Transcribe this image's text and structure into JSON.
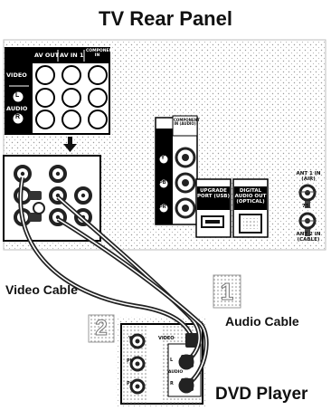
{
  "title": "TV Rear Panel",
  "labels": {
    "video_cable": "Video Cable",
    "audio_cable": "Audio Cable",
    "dvd_player": "DVD Player"
  },
  "steps": {
    "step1": "1",
    "step2": "2"
  },
  "tv_panel": {
    "av_out": "AV OUT",
    "av_in1": "AV IN 1",
    "component_in_top": "COMPONENT IN",
    "video": "VIDEO",
    "l": "L",
    "audio": "AUDIO",
    "r": "R",
    "component_in_side": "COMPONENT IN (AUDIO)",
    "y": "Y",
    "pb": "PB",
    "pr": "PR",
    "upgrade_port": "UPGRADE PORT (USB)",
    "digital_audio_out": "DIGITAL AUDIO OUT (OPTICAL)",
    "ant1": "ANT 1 IN (AIR)",
    "ohm": "75",
    "ant2": "ANT 2 IN (CABLE)"
  },
  "dvd_panel": {
    "y": "Y",
    "pb": "Pb",
    "pr": "Pr",
    "video": "VIDEO",
    "l": "L",
    "audio": "AUDIO",
    "r": "R"
  }
}
